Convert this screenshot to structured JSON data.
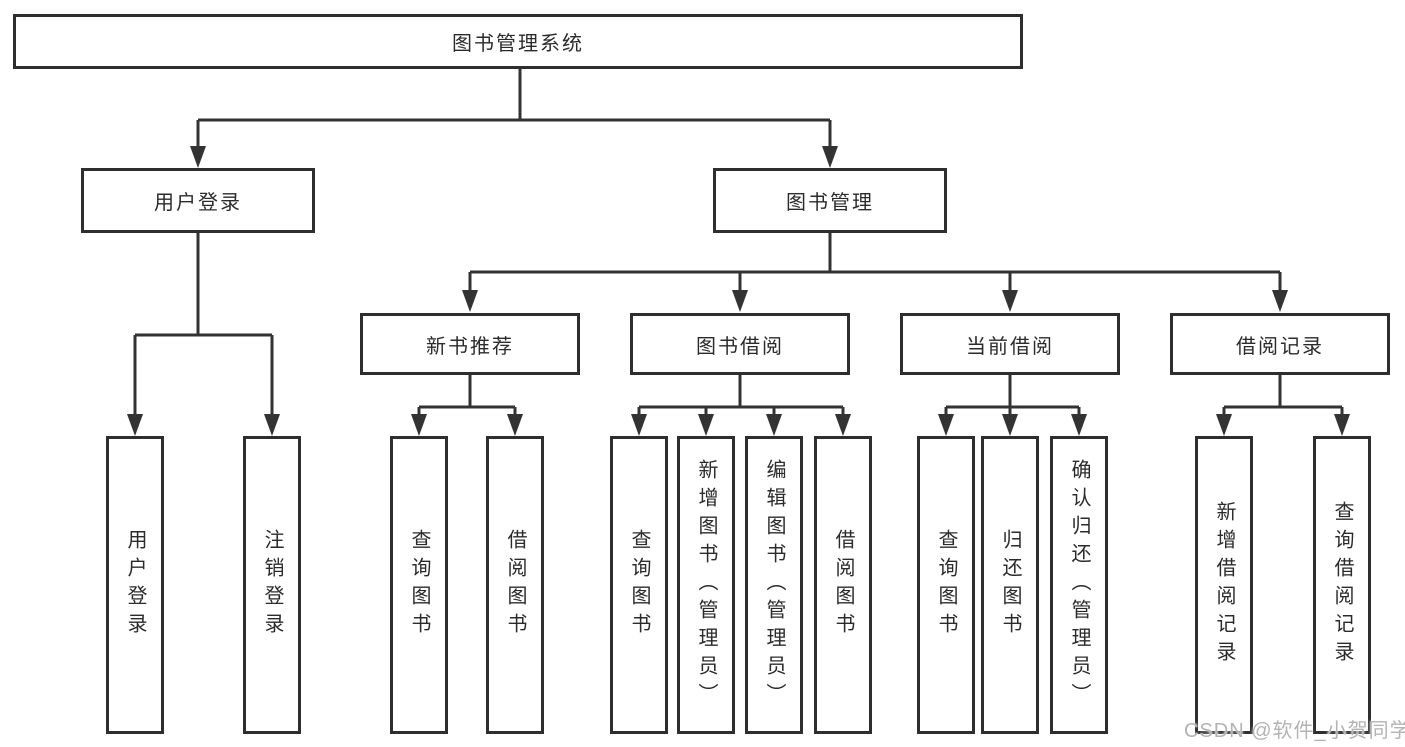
{
  "diagram": {
    "type": "function-structure-tree",
    "tree": {
      "root": {
        "label": "图书管理系统"
      },
      "branches": [
        {
          "label": "用户登录",
          "children": [
            "用户登录",
            "注销登录"
          ]
        },
        {
          "label": "图书管理",
          "children": [
            {
              "label": "新书推荐",
              "children": [
                "查询图书",
                "借阅图书"
              ]
            },
            {
              "label": "图书借阅",
              "children": [
                "查询图书",
                "新增图书（管理员）",
                "编辑图书（管理员）",
                "借阅图书"
              ]
            },
            {
              "label": "当前借阅",
              "children": [
                "查询图书",
                "归还图书",
                "确认归还（管理员）"
              ]
            },
            {
              "label": "借阅记录",
              "children": [
                "新增借阅记录",
                "查询借阅记录"
              ]
            }
          ]
        }
      ]
    },
    "colors": {
      "line": "#333333",
      "box_border": "#2e2e2e",
      "text": "#2b2b2b",
      "background": "#ffffff",
      "watermark": "#b3b3b3"
    }
  },
  "watermark": {
    "text": "CSDN @软件_小贺同学"
  }
}
